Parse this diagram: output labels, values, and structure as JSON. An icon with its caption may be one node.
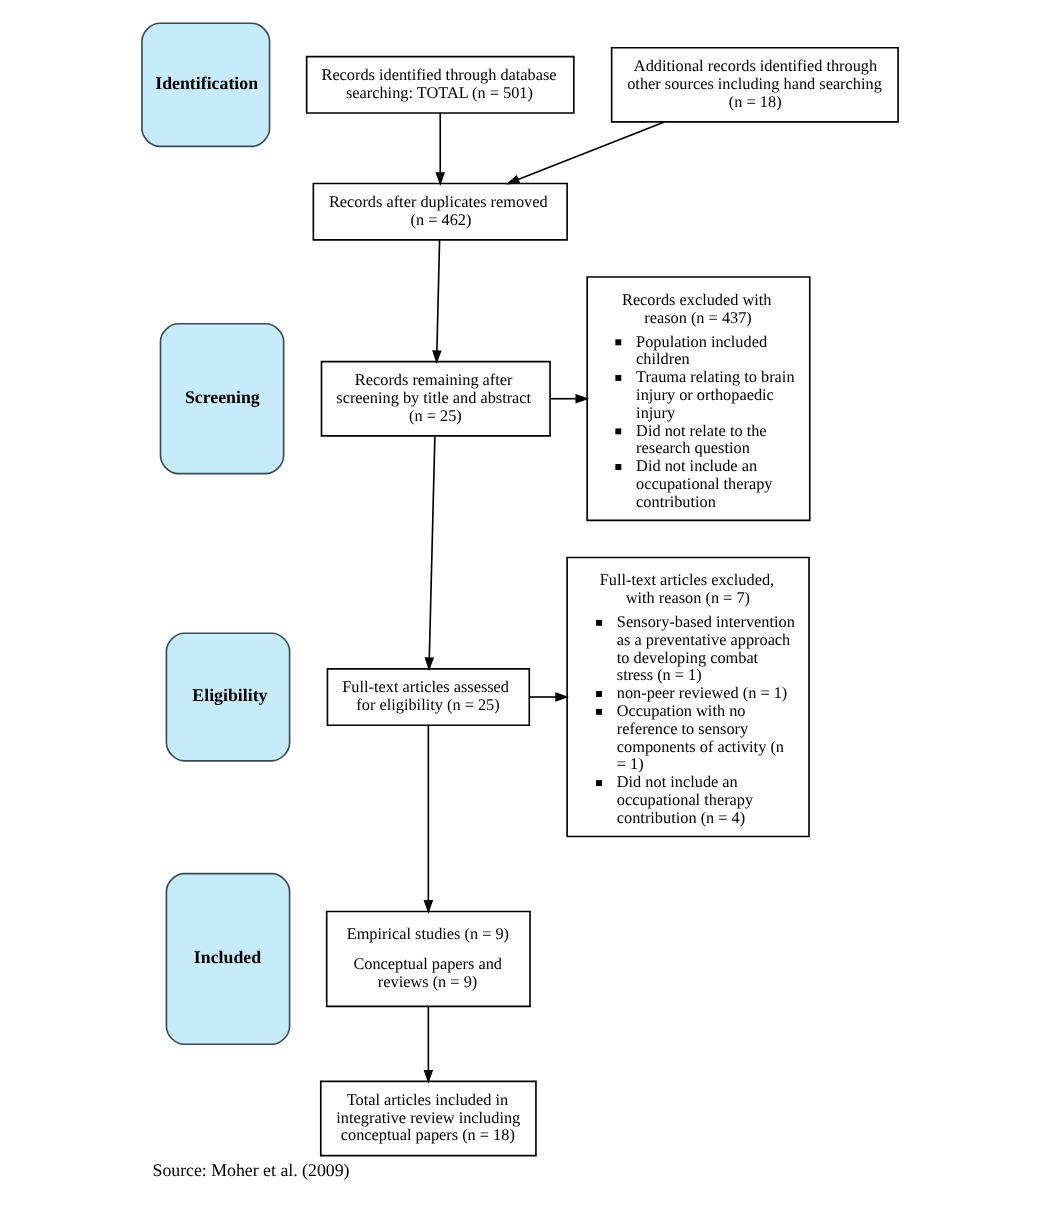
{
  "diagram": {
    "caption": "Source: Moher et al. (2009)",
    "nodes": [
      {
        "text": [
          "Identification"
        ]
      },
      {
        "text": [
          "Records identified through database searching: TOTAL (n = 501)"
        ]
      },
      {
        "text": [
          "Additional records identified through other sources including hand searching (n = 18)"
        ]
      },
      {
        "text": [
          "Screening"
        ]
      },
      {
        "text": [
          "Records after duplicates removed (n = 462)"
        ]
      },
      {
        "text": [
          "Records remaining after screening by title and abstract (n = 25)"
        ]
      },
      {
        "text": [
          "Records excluded with reason (n = 437)",
          "Population included children",
          "Trauma relating to brain injury or orthopaedic injury",
          "Did not relate to the research question",
          "Did not include an occupational therapy contribution"
        ]
      },
      {
        "text": [
          "Eligibility"
        ]
      },
      {
        "text": [
          "Full-text articles assessed for eligibility (n = 25)"
        ]
      },
      {
        "text": [
          "Full-text articles excluded, with reason (n = 7)",
          "Sensory-based intervention as a preventative approach to developing combat stress (n = 1)",
          "non-peer reviewed (n = 1)",
          "Occupation with no reference to sensory components of activity (n = 1)",
          "Did not include an occupational therapy contribution (n = 4)"
        ]
      },
      {
        "text": [
          "Included"
        ]
      },
      {
        "text": [
          "Empirical studies (n = 9)",
          "Conceptual papers and reviews (n = 9)"
        ]
      },
      {
        "text": [
          "Total articles included in integrative review including conceptual papers (n = 18)"
        ]
      }
    ],
    "edges": [
      {
        "from": 1,
        "to": 4,
        "arrow": "to"
      },
      {
        "from": 2,
        "to": 4,
        "arrow": "to"
      },
      {
        "from": 4,
        "to": 5,
        "arrow": "to"
      },
      {
        "from": 5,
        "to": 6,
        "arrow": "to"
      },
      {
        "from": 5,
        "to": 8,
        "arrow": "to"
      },
      {
        "from": 8,
        "to": 9,
        "arrow": "to"
      },
      {
        "from": 8,
        "to": 11,
        "arrow": "to"
      },
      {
        "from": 11,
        "to": 12,
        "arrow": "to"
      }
    ]
  }
}
